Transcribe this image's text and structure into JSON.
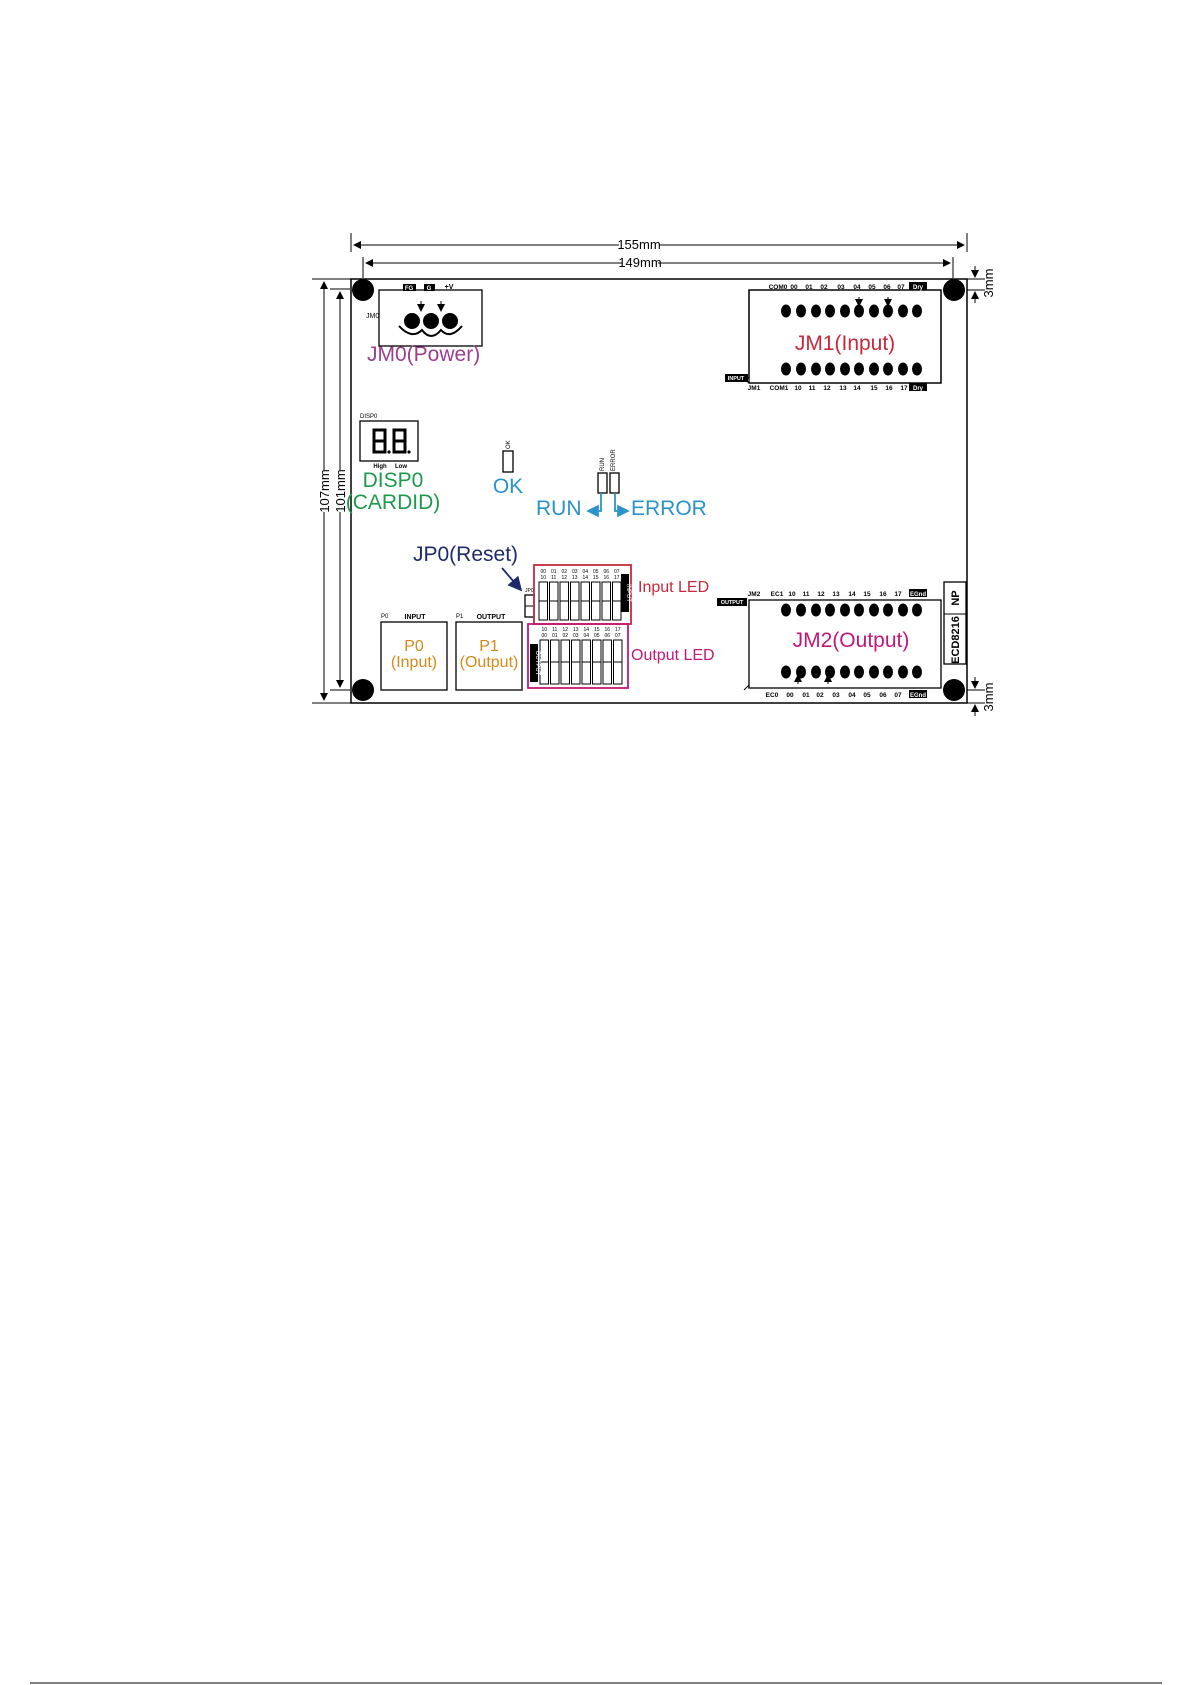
{
  "dimensions": {
    "outer_width": "155mm",
    "inner_width": "149mm",
    "outer_height": "107mm",
    "inner_height": "101mm",
    "margin_top": "3mm",
    "margin_bottom": "3mm"
  },
  "jm0": {
    "id": "JM0",
    "pins": [
      "FG",
      "G",
      "+V"
    ],
    "label": "JM0(Power)"
  },
  "disp0": {
    "id": "DISP0",
    "digit_high": "High",
    "digit_low": "Low",
    "label_line1": "DISP0",
    "label_line2": "(CARDID)"
  },
  "ok": {
    "pin_label": "OK",
    "label": "OK"
  },
  "run_error": {
    "run_pin": "RUN",
    "error_pin": "ERROR",
    "run_label": "RUN",
    "error_label": "ERROR"
  },
  "jp0": {
    "pin_label": "JP0",
    "label": "JP0(Reset)"
  },
  "input_led": {
    "top_numbers": [
      "00",
      "01",
      "02",
      "03",
      "04",
      "05",
      "06",
      "07"
    ],
    "bottom_numbers": [
      "10",
      "11",
      "12",
      "13",
      "14",
      "15",
      "16",
      "17"
    ],
    "side_tag": "INPUT",
    "label": "Input LED"
  },
  "output_led": {
    "top_numbers": [
      "10",
      "11",
      "12",
      "13",
      "14",
      "15",
      "16",
      "17"
    ],
    "bottom_numbers": [
      "00",
      "01",
      "02",
      "03",
      "04",
      "05",
      "06",
      "07"
    ],
    "side_tag": "OUTPUT",
    "label": "Output LED"
  },
  "p0": {
    "id": "P0",
    "header": "INPUT",
    "label_line1": "P0",
    "label_line2": "(Input)"
  },
  "p1": {
    "id": "P1",
    "header": "OUTPUT",
    "label_line1": "P1",
    "label_line2": "(Output)"
  },
  "jm1": {
    "label": "JM1(Input)",
    "top_pins": [
      "COM0",
      "00",
      "01",
      "02",
      "03",
      "04",
      "05",
      "06",
      "07",
      "Dry"
    ],
    "bottom_pins": [
      "JM1",
      "COM1",
      "10",
      "11",
      "12",
      "13",
      "14",
      "15",
      "16",
      "17",
      "Dry"
    ],
    "tag": "INPUT"
  },
  "jm2": {
    "label": "JM2(Output)",
    "top_pins": [
      "JM2",
      "EC1",
      "10",
      "11",
      "12",
      "13",
      "14",
      "15",
      "16",
      "17",
      "EGnd"
    ],
    "bottom_pins": [
      "EC0",
      "00",
      "01",
      "02",
      "03",
      "04",
      "05",
      "06",
      "07",
      "EGnd"
    ],
    "tag": "OUTPUT"
  },
  "model": {
    "name": "ECD8216",
    "suffix": "NP"
  },
  "colors": {
    "jm0_label": "#9b3f8e",
    "disp_label": "#1e9a4b",
    "ok_label": "#2a93c9",
    "run_error_label": "#2a93c9",
    "jp0_label": "#1f2a6b",
    "input_led_label": "#c8283a",
    "output_led_label": "#c2187a",
    "p_label": "#d48a1b",
    "jm1_label": "#c8283a",
    "jm2_label": "#c2187a"
  }
}
